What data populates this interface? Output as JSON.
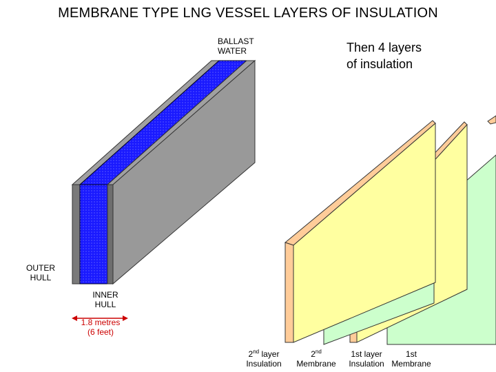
{
  "title": "MEMBRANE TYPE LNG VESSEL LAYERS OF INSULATION",
  "labels": {
    "ballast_line1": "BALLAST",
    "ballast_line2": "WATER",
    "then_line1": "Then 4 layers",
    "then_line2": "of insulation",
    "outer_line1": "OUTER",
    "outer_line2": "HULL",
    "inner_line1": "INNER",
    "inner_line2": "HULL",
    "width_line1": "1.8 metres",
    "width_line2": "(6 feet)"
  },
  "layers": [
    {
      "line1_main": "2",
      "line1_sup": "nd",
      "line1_rest": " layer",
      "line2": "Insulation",
      "color": "#ffffa0"
    },
    {
      "line1_main": "2",
      "line1_sup": "nd",
      "line1_rest": "",
      "line2": "Membrane",
      "color": "#ccffcc"
    },
    {
      "line1_main": "1st layer",
      "line1_sup": "",
      "line1_rest": "",
      "line2": "Insulation",
      "color": "#ffffa0"
    },
    {
      "line1_main": "1st",
      "line1_sup": "",
      "line1_rest": "",
      "line2": "Membrane",
      "color": "#ccffcc"
    }
  ],
  "colors": {
    "hull_front": "#808080",
    "hull_side": "#999999",
    "ballast_water": "#1a1aff",
    "edge_orange": "#ffcc99",
    "width_arrow": "#cc0000"
  }
}
